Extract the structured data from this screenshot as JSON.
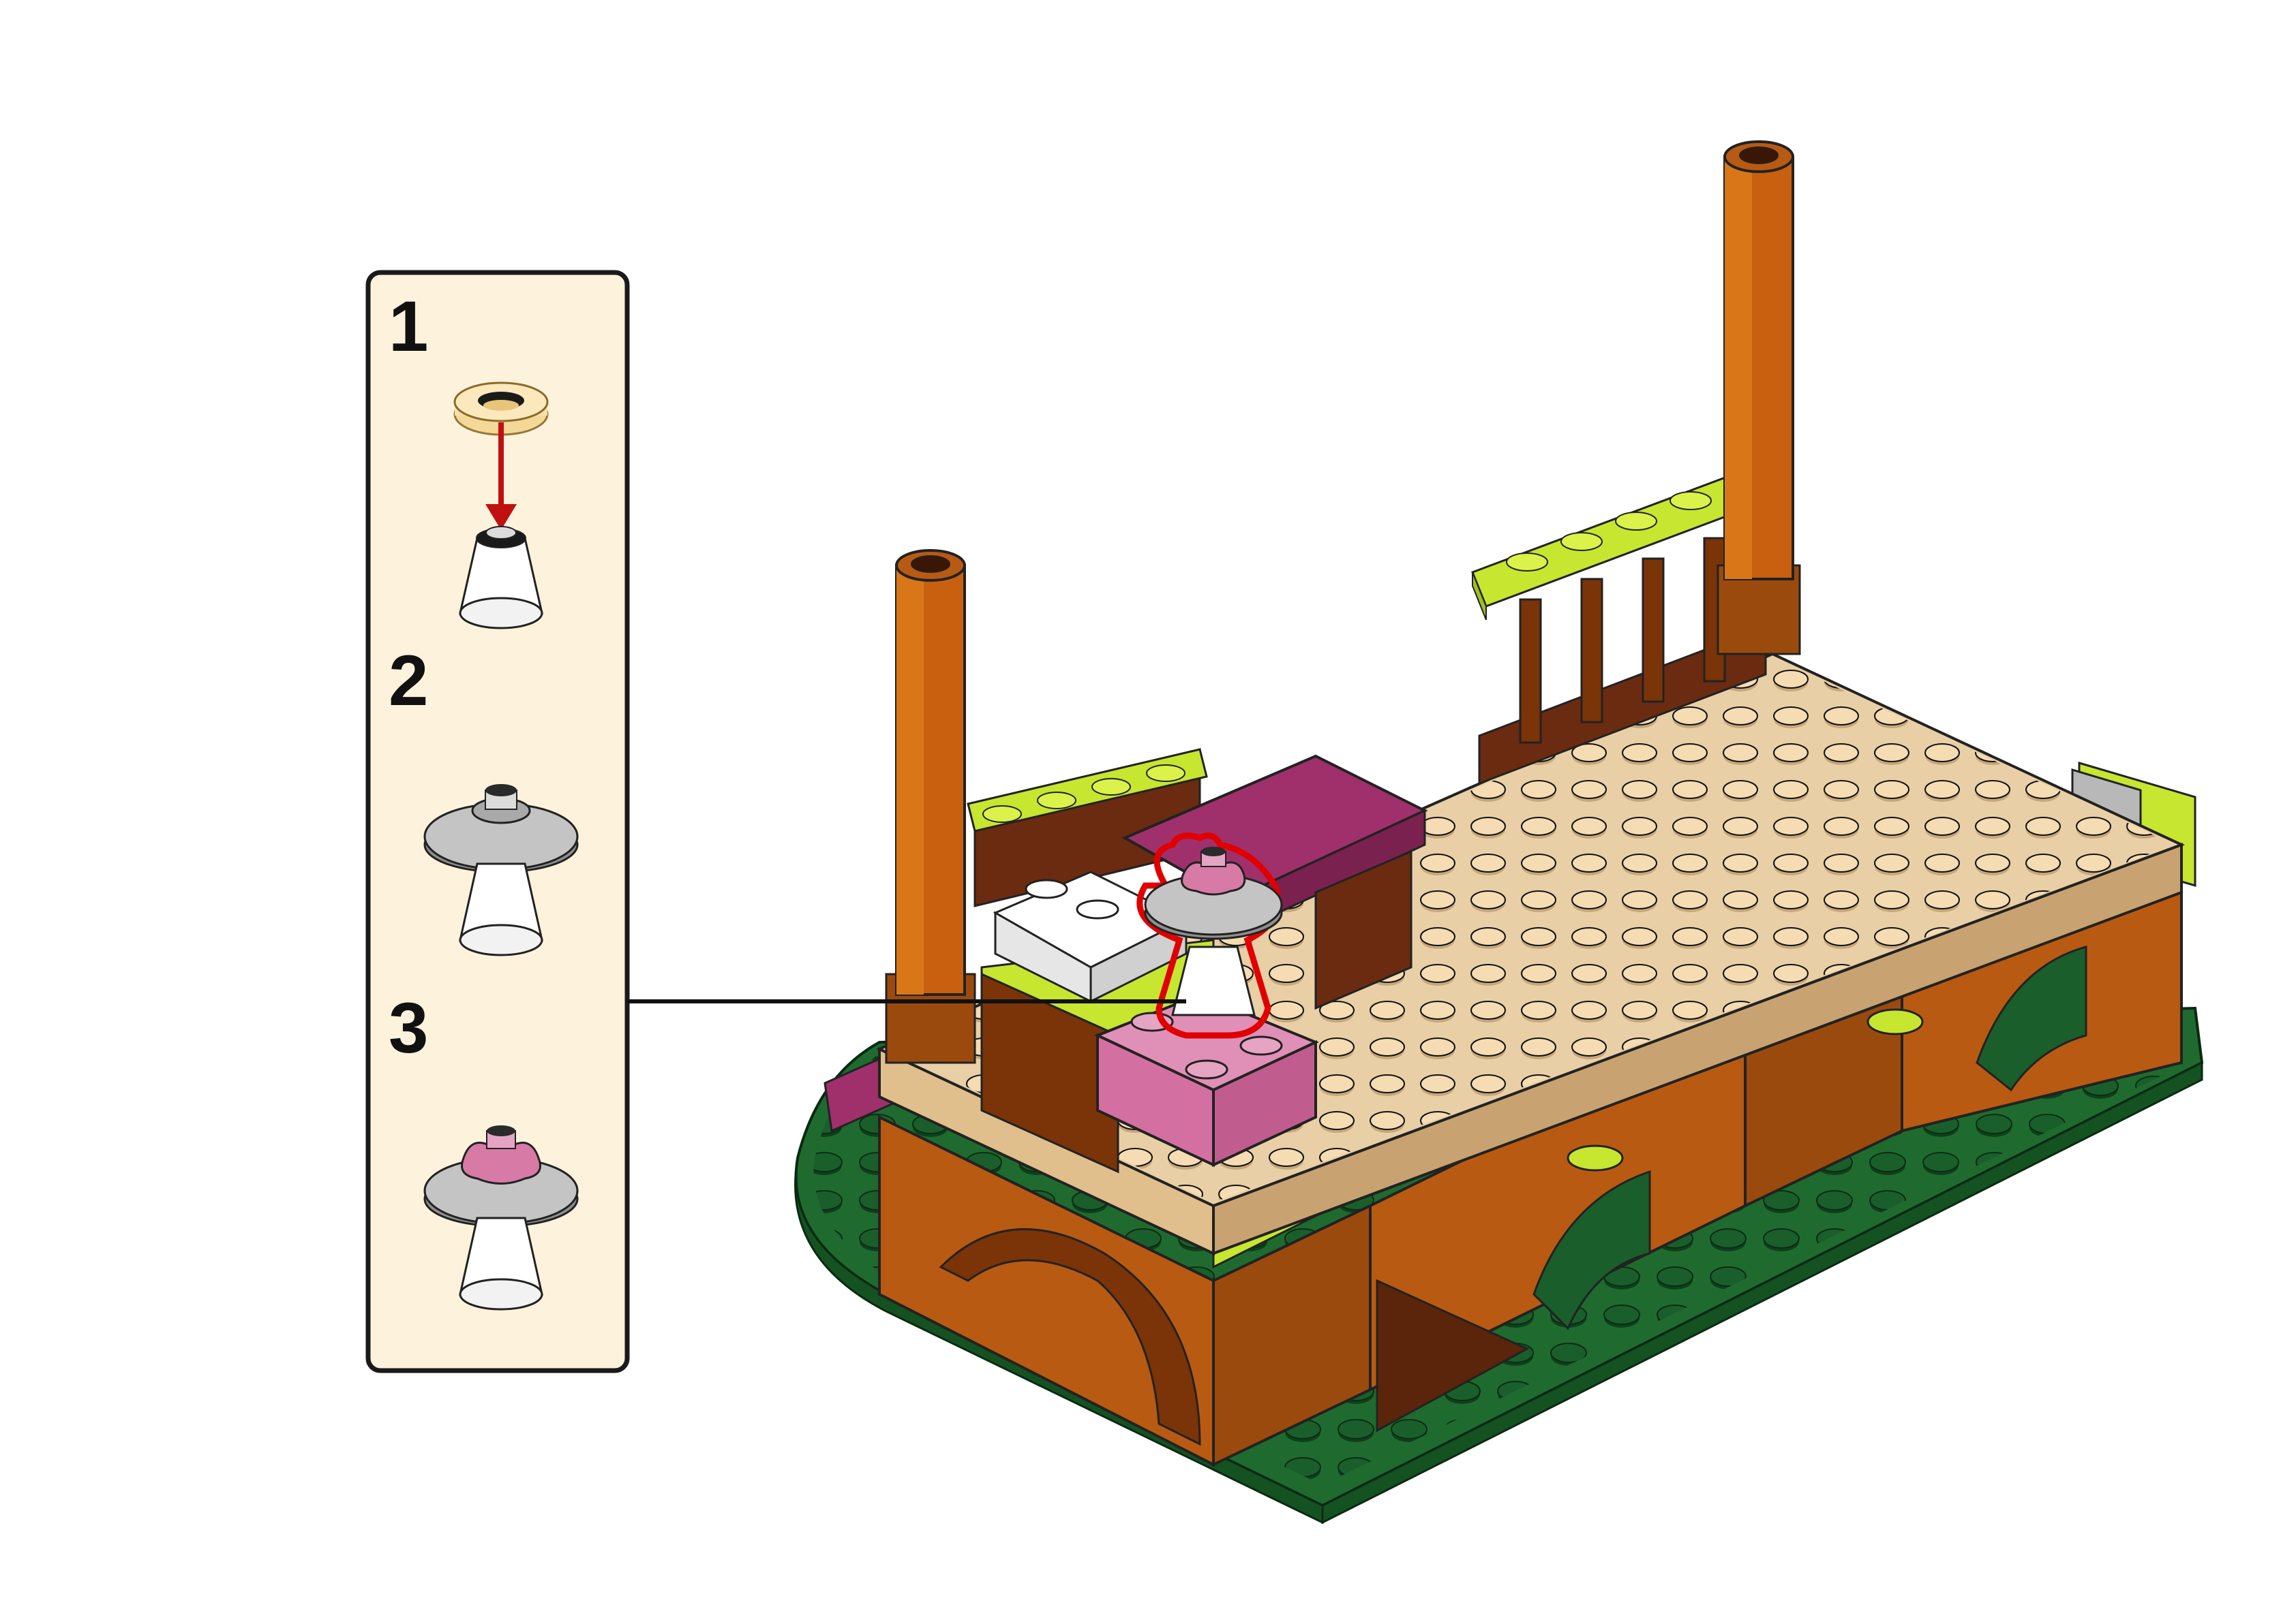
{
  "substeps": [
    {
      "number": "1",
      "parts": [
        "trans-yellow-round-plate-1x1",
        "white-cone-1x1"
      ]
    },
    {
      "number": "2",
      "parts": [
        "light-gray-dish-3x3",
        "white-cone-1x1"
      ]
    },
    {
      "number": "3",
      "parts": [
        "pink-flower-plate-1x1",
        "light-gray-dish-3x3",
        "white-cone-1x1"
      ]
    }
  ],
  "colors": {
    "callout_background": "#fdf3dc",
    "callout_border": "#1a1a1a",
    "tan": "#e9cfa6",
    "tan_dark": "#c6a77c",
    "reddish_brown": "#b95a12",
    "dark_brown": "#6b2b10",
    "dark_green": "#1f6b2f",
    "lime": "#c6e630",
    "magenta": "#a0306b",
    "bright_pink": "#d77aa6",
    "light_gray": "#b8b8b8",
    "white": "#ffffff",
    "highlight_outline": "#e00000",
    "arrow": "#c01010"
  },
  "highlight": {
    "part": "assembled-lamp",
    "outline_color": "#e00000"
  },
  "icons": {
    "connector": "callout-pointer-line",
    "arrow": "down-arrow-icon"
  }
}
